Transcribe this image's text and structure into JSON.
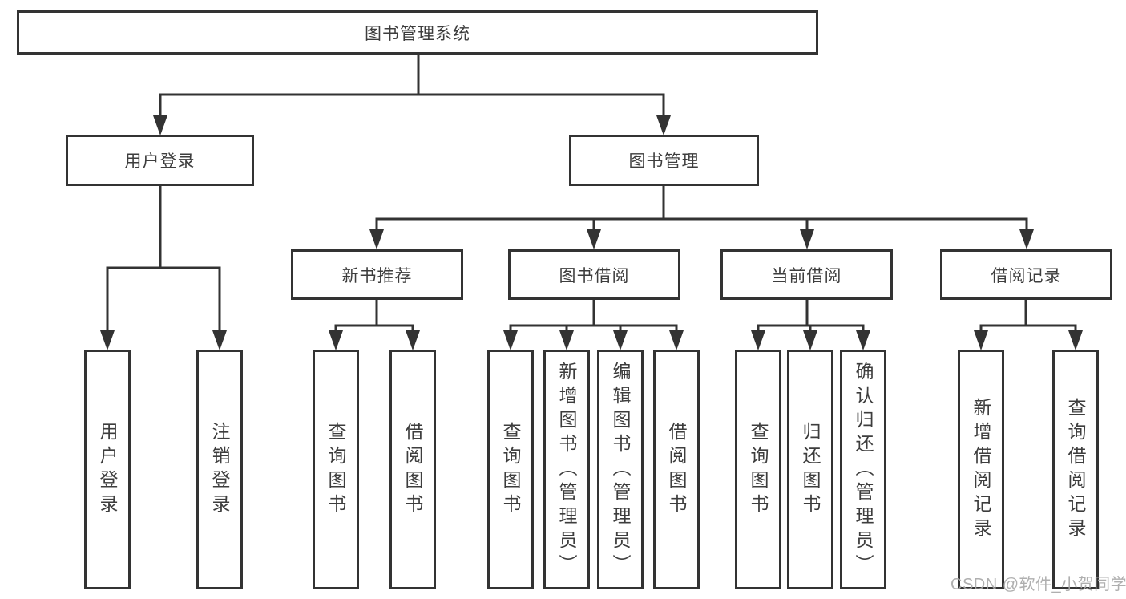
{
  "colors": {
    "line": "#333333",
    "box_border": "#333333",
    "box_background": "#ffffff",
    "text": "#3d3d3d",
    "watermark_text": "#a9a9a9"
  },
  "nodes": {
    "root": "图书管理系统",
    "level2": [
      "用户登录",
      "图书管理"
    ],
    "level3": [
      "新书推荐",
      "图书借阅",
      "当前借阅",
      "借阅记录"
    ],
    "login_children": [
      "用户登录",
      "注销登录"
    ],
    "recommend_children": [
      "查询图书",
      "借阅图书"
    ],
    "borrow_children": [
      "查询图书",
      "新增图书（管理员）",
      "编辑图书（管理员）",
      "借阅图书"
    ],
    "current_children": [
      "查询图书",
      "归还图书",
      "确认归还（管理员）"
    ],
    "record_children": [
      "新增借阅记录",
      "查询借阅记录"
    ]
  },
  "watermark": "CSDN @软件_小贺同学"
}
